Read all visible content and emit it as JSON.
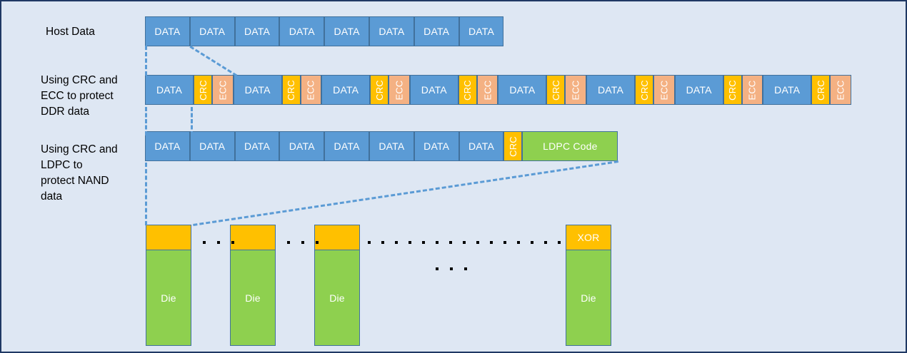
{
  "diagram": {
    "title": "SSD data protection layers",
    "background_color": "#dee7f3",
    "border_color": "#1f3864",
    "colors": {
      "data": "#5b9bd5",
      "crc": "#ffc000",
      "ecc": "#f4b183",
      "ldpc": "#8ed04f",
      "die": "#8ed04f",
      "xor": "#ffc000",
      "connector": "#5b9bd5",
      "cell_border": "#41719c"
    }
  },
  "labels": {
    "host": "Host Data",
    "ddr": "Using CRC and\nECC to protect\nDDR data",
    "nand": "Using CRC and\nLDPC to\nprotect NAND\ndata"
  },
  "rows": {
    "host_data": {
      "cells": [
        {
          "text": "DATA",
          "kind": "data"
        },
        {
          "text": "DATA",
          "kind": "data"
        },
        {
          "text": "DATA",
          "kind": "data"
        },
        {
          "text": "DATA",
          "kind": "data"
        },
        {
          "text": "DATA",
          "kind": "data"
        },
        {
          "text": "DATA",
          "kind": "data"
        },
        {
          "text": "DATA",
          "kind": "data"
        },
        {
          "text": "DATA",
          "kind": "data"
        }
      ]
    },
    "ddr_row": {
      "group_count": 8,
      "group_pattern": [
        "DATA",
        "CRC",
        "ECC"
      ],
      "cells": [
        {
          "text": "DATA",
          "kind": "data"
        },
        {
          "text": "CRC",
          "kind": "crc"
        },
        {
          "text": "ECC",
          "kind": "ecc"
        },
        {
          "text": "DATA",
          "kind": "data"
        },
        {
          "text": "CRC",
          "kind": "crc"
        },
        {
          "text": "ECC",
          "kind": "ecc"
        },
        {
          "text": "DATA",
          "kind": "data"
        },
        {
          "text": "CRC",
          "kind": "crc"
        },
        {
          "text": "ECC",
          "kind": "ecc"
        },
        {
          "text": "DATA",
          "kind": "data"
        },
        {
          "text": "CRC",
          "kind": "crc"
        },
        {
          "text": "ECC",
          "kind": "ecc"
        },
        {
          "text": "DATA",
          "kind": "data"
        },
        {
          "text": "CRC",
          "kind": "crc"
        },
        {
          "text": "ECC",
          "kind": "ecc"
        },
        {
          "text": "DATA",
          "kind": "data"
        },
        {
          "text": "CRC",
          "kind": "crc"
        },
        {
          "text": "ECC",
          "kind": "ecc"
        },
        {
          "text": "DATA",
          "kind": "data"
        },
        {
          "text": "CRC",
          "kind": "crc"
        },
        {
          "text": "ECC",
          "kind": "ecc"
        },
        {
          "text": "DATA",
          "kind": "data"
        },
        {
          "text": "CRC",
          "kind": "crc"
        },
        {
          "text": "ECC",
          "kind": "ecc"
        }
      ]
    },
    "nand_row": {
      "cells": [
        {
          "text": "DATA",
          "kind": "data"
        },
        {
          "text": "DATA",
          "kind": "data"
        },
        {
          "text": "DATA",
          "kind": "data"
        },
        {
          "text": "DATA",
          "kind": "data"
        },
        {
          "text": "DATA",
          "kind": "data"
        },
        {
          "text": "DATA",
          "kind": "data"
        },
        {
          "text": "DATA",
          "kind": "data"
        },
        {
          "text": "DATA",
          "kind": "data"
        },
        {
          "text": "CRC",
          "kind": "crc"
        },
        {
          "text": "LDPC Code",
          "kind": "ldpc"
        }
      ]
    }
  },
  "dies": [
    {
      "top_label": "",
      "body_label": "Die"
    },
    {
      "top_label": "",
      "body_label": "Die"
    },
    {
      "top_label": "",
      "body_label": "Die"
    },
    {
      "top_label": "XOR",
      "body_label": "Die"
    }
  ],
  "ellipses": {
    "gap1_dots": 3,
    "gap2_dots": 3,
    "long_row_dots": 15,
    "lower_dots": 3
  }
}
